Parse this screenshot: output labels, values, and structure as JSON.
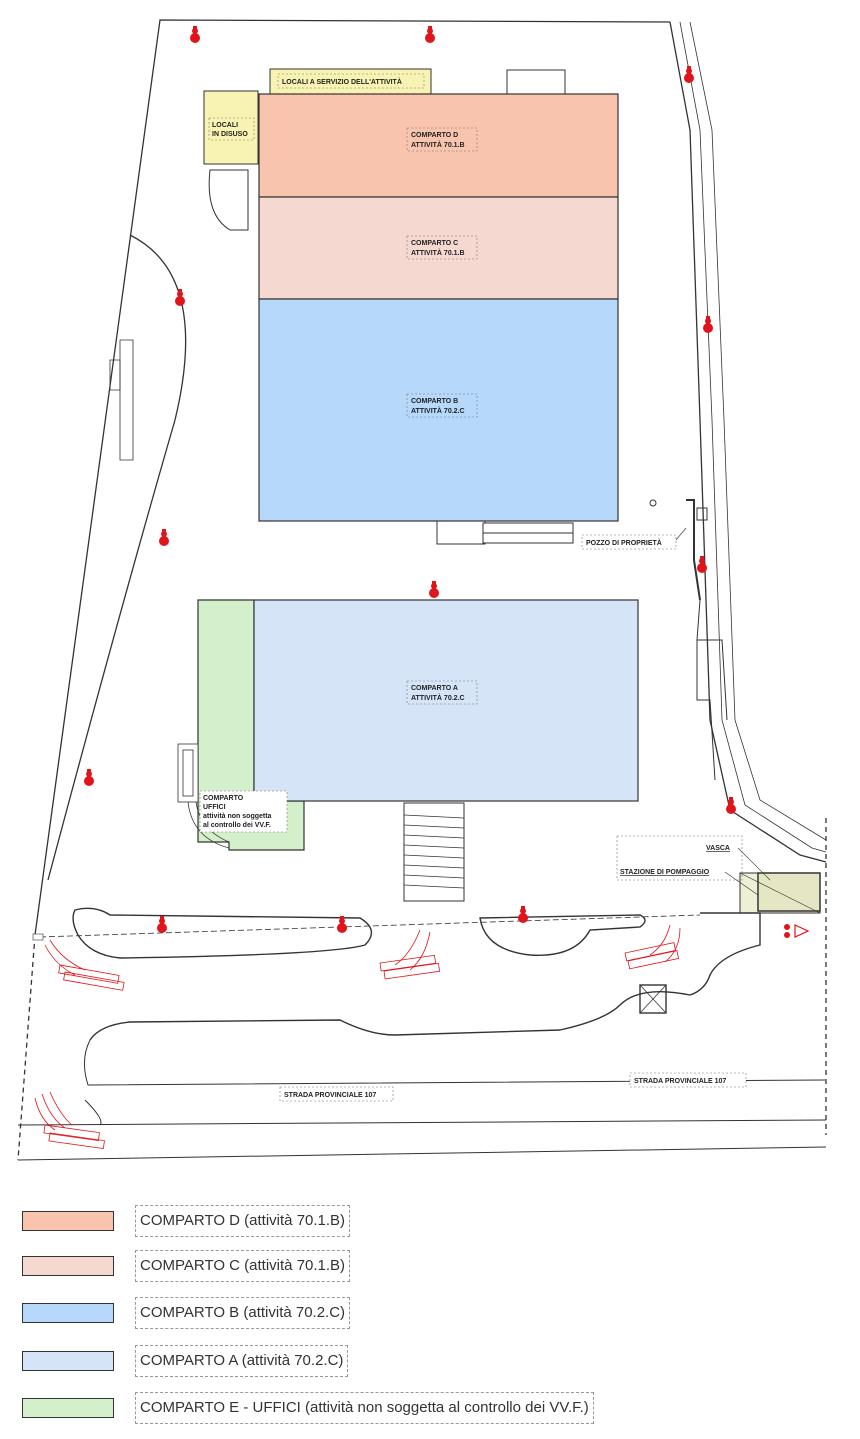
{
  "colors": {
    "comparto_d": "#f9c4ad",
    "comparto_c": "#f5d9d1",
    "comparto_b": "#b5d8fb",
    "comparto_a": "#d5e5f7",
    "comparto_e": "#d4f0ca",
    "locali": "#f9f3b3",
    "hydrant": "#e0151b",
    "line": "#333333"
  },
  "plan": {
    "locali_servizio": "LOCALI A SERVIZIO DELL'ATTIVITÀ",
    "locali_disuso": [
      "LOCALI",
      "IN DISUSO"
    ],
    "comparto_d": [
      "COMPARTO D",
      "ATTIVITÀ 70.1.B"
    ],
    "comparto_c": [
      "COMPARTO C",
      "ATTIVITÀ 70.1.B"
    ],
    "comparto_b": [
      "COMPARTO B",
      "ATTIVITÀ 70.2.C"
    ],
    "comparto_a": [
      "COMPARTO A",
      "ATTIVITÀ 70.2.C"
    ],
    "comparto_e": [
      "COMPARTO",
      "UFFICI",
      "attività non soggetta",
      "al controllo dei VV.F."
    ],
    "pozzo": "POZZO DI PROPRIETÀ",
    "vasca": "VASCA",
    "stazione": "STAZIONE DI POMPAGGIO",
    "strada_1": "STRADA PROVINCIALE 107",
    "strada_2": "STRADA PROVINCIALE 107"
  },
  "legend": [
    {
      "text": "COMPARTO D (attività 70.1.B)",
      "color": "#f9c4ad"
    },
    {
      "text": "COMPARTO C (attività 70.1.B)",
      "color": "#f5d9d1"
    },
    {
      "text": "COMPARTO B (attività 70.2.C)",
      "color": "#b5d8fb"
    },
    {
      "text": "COMPARTO A (attività 70.2.C)",
      "color": "#d5e5f7"
    },
    {
      "text": "COMPARTO E - UFFICI (attività non soggetta al controllo dei VV.F.)",
      "color": "#d4f0ca"
    }
  ]
}
